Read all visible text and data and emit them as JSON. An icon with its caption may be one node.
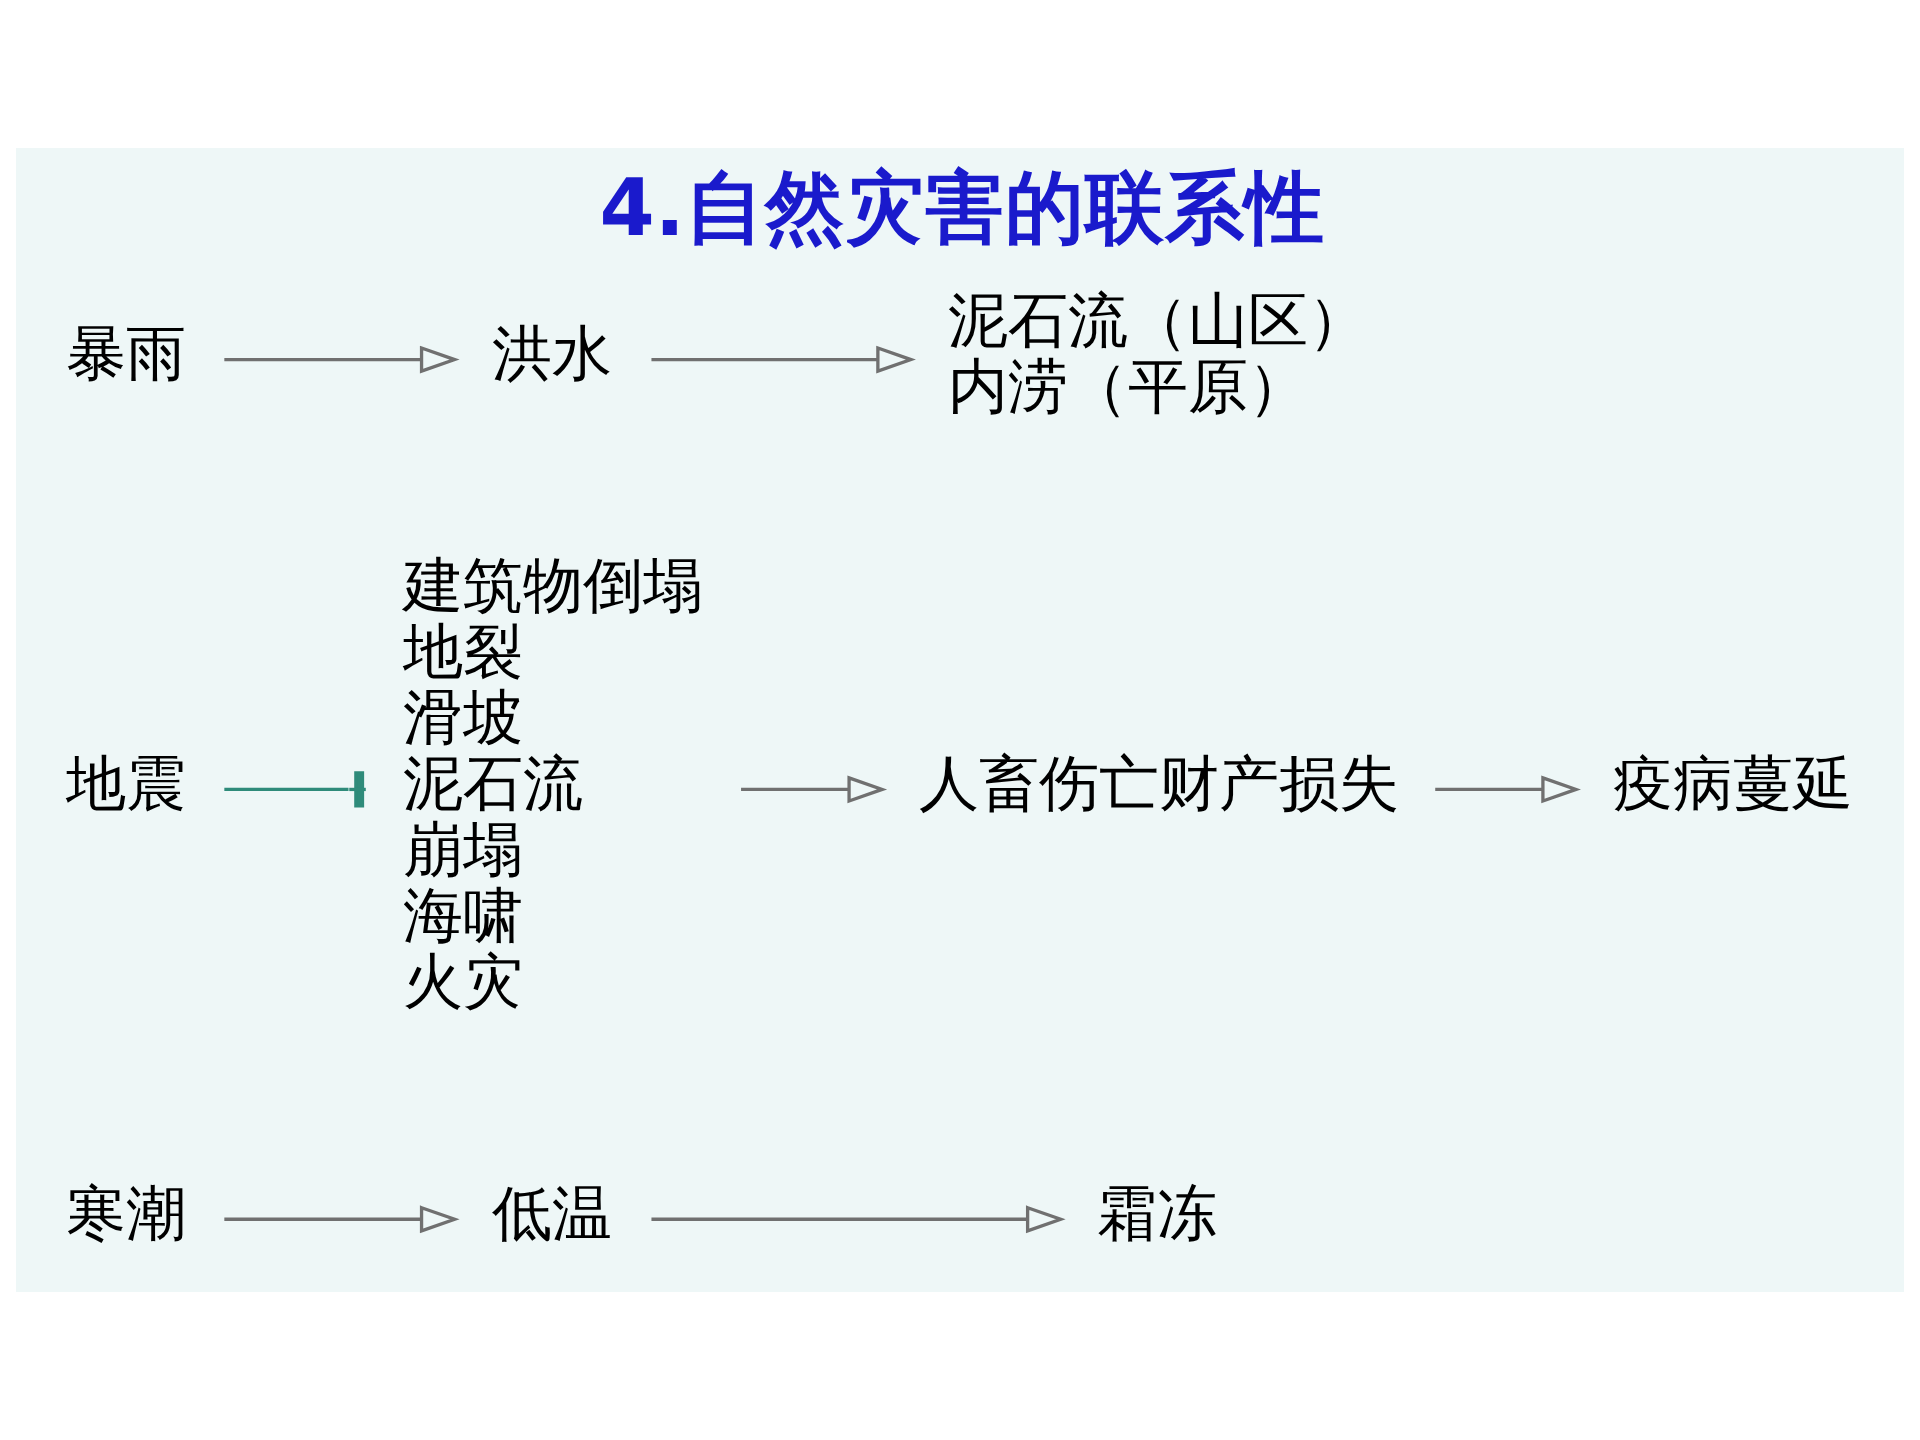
{
  "diagram": {
    "title": "4.自然灾害的联系性",
    "nodes": [
      {
        "text": [
          "寒潮"
        ]
      },
      {
        "text": [
          "低温"
        ]
      },
      {
        "text": [
          "霜冻"
        ]
      },
      {
        "text": [
          "地震"
        ]
      },
      {
        "text": [
          "建筑物倒塌",
          "地裂",
          "滑坡",
          "泥石流",
          "崩塌",
          "海啸",
          "火灾"
        ]
      },
      {
        "text": [
          "人畜伤亡财产损失"
        ]
      },
      {
        "text": [
          "疫病蔓延"
        ]
      },
      {
        "text": [
          "暴雨"
        ]
      },
      {
        "text": [
          "洪水"
        ]
      },
      {
        "text": [
          "泥石流（山区）",
          "内涝（平原）"
        ]
      }
    ],
    "edges": [
      {
        "from": 0,
        "to": 1,
        "arrow": "to"
      },
      {
        "from": 1,
        "to": 2,
        "arrow": "to"
      },
      {
        "from": 3,
        "to": 4,
        "arrow": "other",
        "color": "#2e8b7a"
      },
      {
        "from": 4,
        "to": 5,
        "arrow": "to"
      },
      {
        "from": 5,
        "to": 6,
        "arrow": "to"
      },
      {
        "from": 7,
        "to": 8,
        "arrow": "to"
      },
      {
        "from": 8,
        "to": 9,
        "arrow": "to"
      }
    ]
  }
}
